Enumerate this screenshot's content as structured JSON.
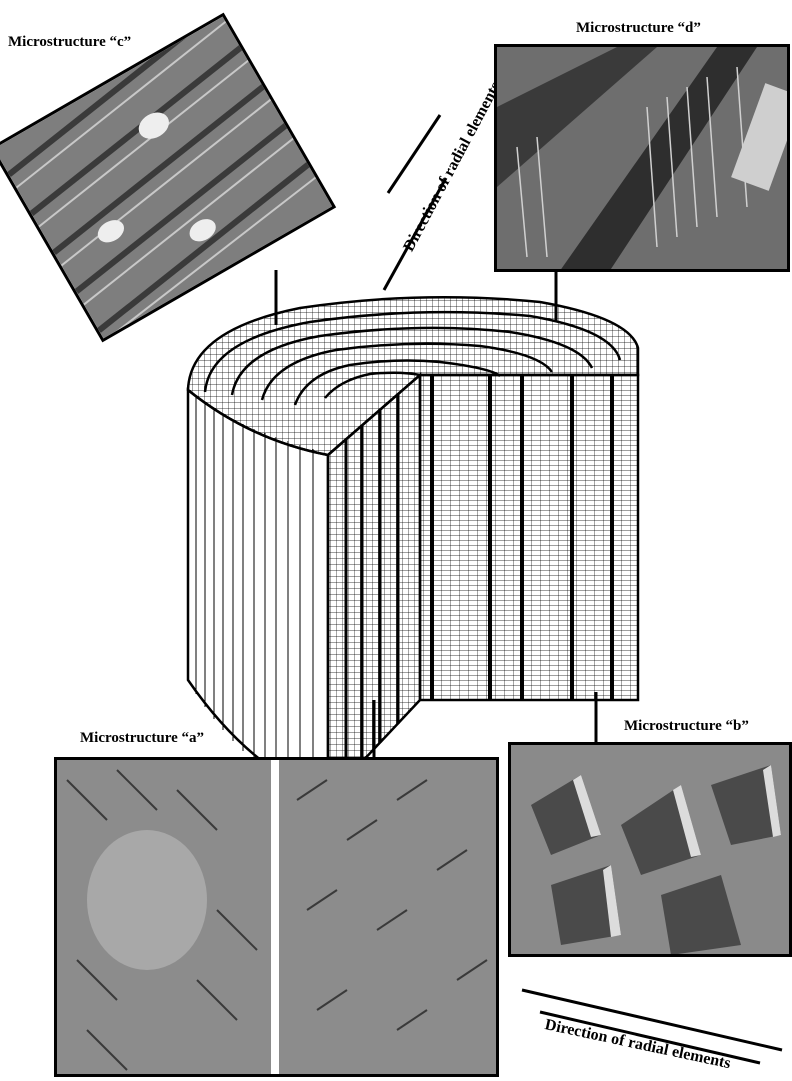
{
  "labels": {
    "micro_a": "Microstructure “a”",
    "micro_b": "Microstructure “b”",
    "micro_c": "Microstructure “c”",
    "micro_d": "Microstructure “d”",
    "direction_top": "Direction of radial elements",
    "direction_bottom": "Direction of radial elements"
  },
  "colors": {
    "ink": "#000000",
    "sem_dark": "#3a3a3a",
    "sem_mid": "#8c8c8c",
    "sem_light": "#d8d8d8"
  }
}
